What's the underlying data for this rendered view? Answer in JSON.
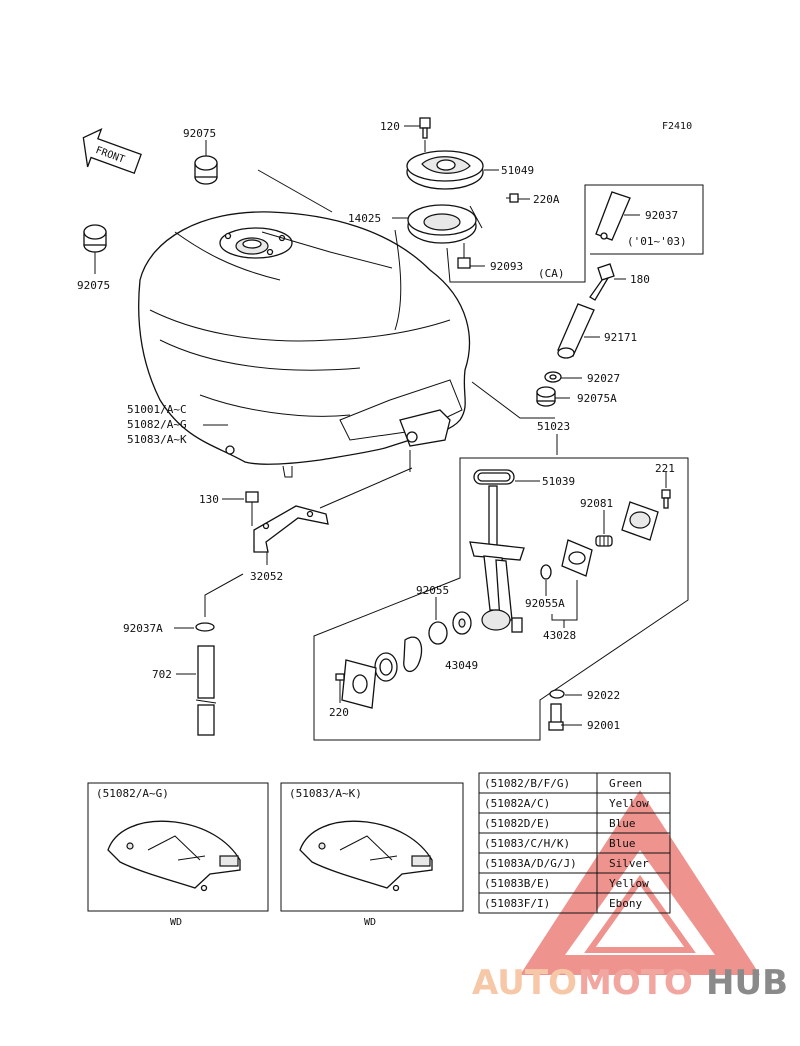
{
  "figure_code": "F2410",
  "front_label": "FRONT",
  "labels": {
    "p92075_top": "92075",
    "p92075_left": "92075",
    "p120": "120",
    "p51049": "51049",
    "p220A": "220A",
    "p14025": "14025",
    "p92093": "92093",
    "pCA": "(CA)",
    "p92037": "92037",
    "p9237_years": "('01~'03)",
    "p180": "180",
    "p92171": "92171",
    "p92027": "92027",
    "p92075A": "92075A",
    "p51001": "51001/A~C",
    "p51082": "51082/A~G",
    "p51083": "51083/A~K",
    "p51023": "51023",
    "p51039": "51039",
    "p221": "221",
    "p92081": "92081",
    "p130": "130",
    "p32052": "32052",
    "p92055": "92055",
    "p92055A": "92055A",
    "p43028": "43028",
    "p43049": "43049",
    "p92037A": "92037A",
    "p702": "702",
    "p220": "220",
    "p92022": "92022",
    "p92001": "92001"
  },
  "insets": [
    {
      "title": "(51082/A~G)",
      "caption": "WD"
    },
    {
      "title": "(51083/A~K)",
      "caption": "WD"
    }
  ],
  "color_table": [
    {
      "code": "(51082/B/F/G)",
      "color": "Green"
    },
    {
      "code": "(51082A/C)",
      "color": "Yellow"
    },
    {
      "code": "(51082D/E)",
      "color": "Blue"
    },
    {
      "code": "(51083/C/H/K)",
      "color": "Blue"
    },
    {
      "code": "(51083A/D/G/J)",
      "color": "Silver"
    },
    {
      "code": "(51083B/E)",
      "color": "Yellow"
    },
    {
      "code": "(51083F/I)",
      "color": "Ebony"
    }
  ],
  "watermark": {
    "part1": "AUTO",
    "part2": "MOTO",
    "part3": "HUB",
    "colors": {
      "auto": "#f6c8a8",
      "moto": "#f2a6a0",
      "hub": "#8a8a8a",
      "triangle": "#e23b33"
    }
  }
}
